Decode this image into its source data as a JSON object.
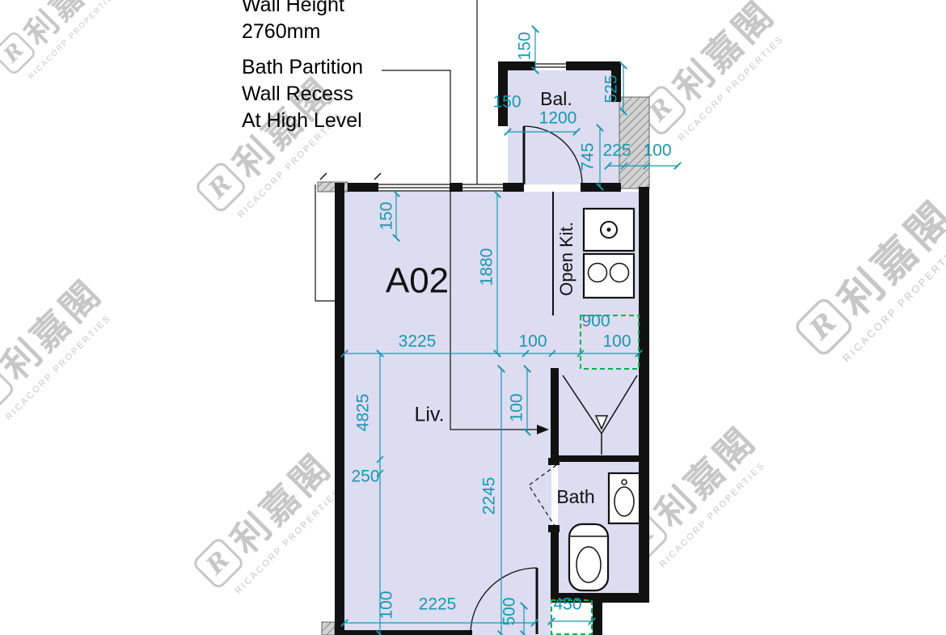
{
  "notes": {
    "wall_height": [
      "Wall Height",
      "2760mm"
    ],
    "bath_partition": [
      "Bath Partition",
      "Wall Recess",
      "At High Level"
    ]
  },
  "rooms": {
    "unit": "A02",
    "living": "Liv.",
    "balcony": "Bal.",
    "kitchen": "Open Kit.",
    "bath": "Bath"
  },
  "dims": {
    "bal_wall_top": "150",
    "bal_wall_left": "150",
    "bal_width": "1200",
    "bal_right": "525",
    "bal_depth": "745",
    "bal_225": "225",
    "bal_100": "100",
    "top_wall": "150",
    "kitchen_len": "1880",
    "liv_width": "3225",
    "wall_mid": "100",
    "recess_w": "900",
    "recess_gap": "100",
    "liv_len": "4825",
    "left_recess": "250",
    "liv_gap": "100",
    "bath_len": "2245",
    "bot_wall": "100",
    "bot_width": "2225",
    "bot_door": "500",
    "bot_recess": "450"
  },
  "watermark": {
    "logo_letter": "R",
    "name": "利嘉閣",
    "subtitle": "RICACORP PROPERTIES"
  },
  "colors": {
    "dimension": "#1898b0",
    "room_fill": "#dddcf1",
    "wall": "#111111",
    "recess_outline": "#00b050"
  }
}
